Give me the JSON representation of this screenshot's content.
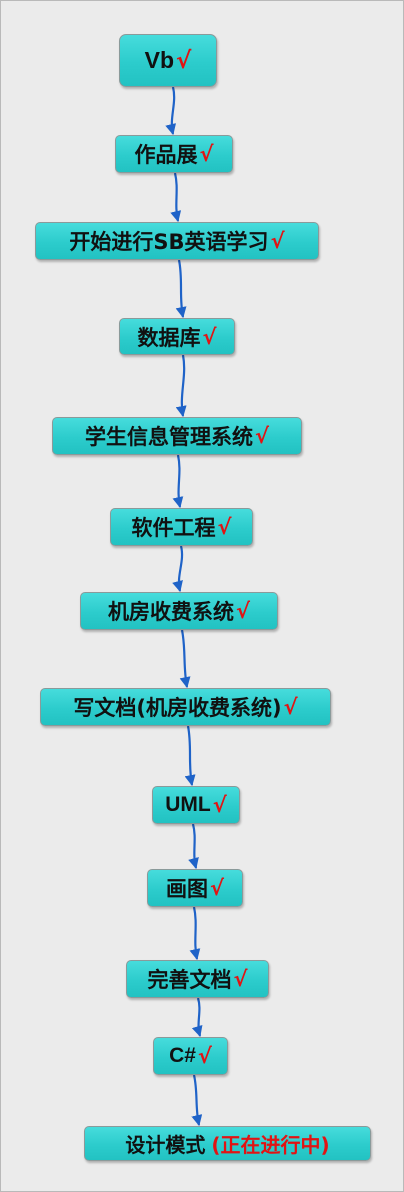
{
  "steps": [
    {
      "label": "Vb",
      "mark": "√"
    },
    {
      "label": "作品展",
      "mark": "√"
    },
    {
      "label": "开始进行SB英语学习",
      "mark": "√"
    },
    {
      "label": "数据库",
      "mark": "√"
    },
    {
      "label": "学生信息管理系统",
      "mark": "√"
    },
    {
      "label": "软件工程",
      "mark": "√"
    },
    {
      "label": "机房收费系统",
      "mark": "√"
    },
    {
      "label": "写文档(机房收费系统)",
      "mark": "√"
    },
    {
      "label": "UML",
      "mark": "√"
    },
    {
      "label": "画图 ",
      "mark": "√"
    },
    {
      "label": "完善文档",
      "mark": "√"
    },
    {
      "label": "C# ",
      "mark": "√"
    },
    {
      "label": "设计模式 ",
      "status": "(正在进行中)"
    }
  ],
  "colors": {
    "node_fill": "#2ccccc",
    "check_mark": "#e21313",
    "connector": "#1f63c8"
  }
}
